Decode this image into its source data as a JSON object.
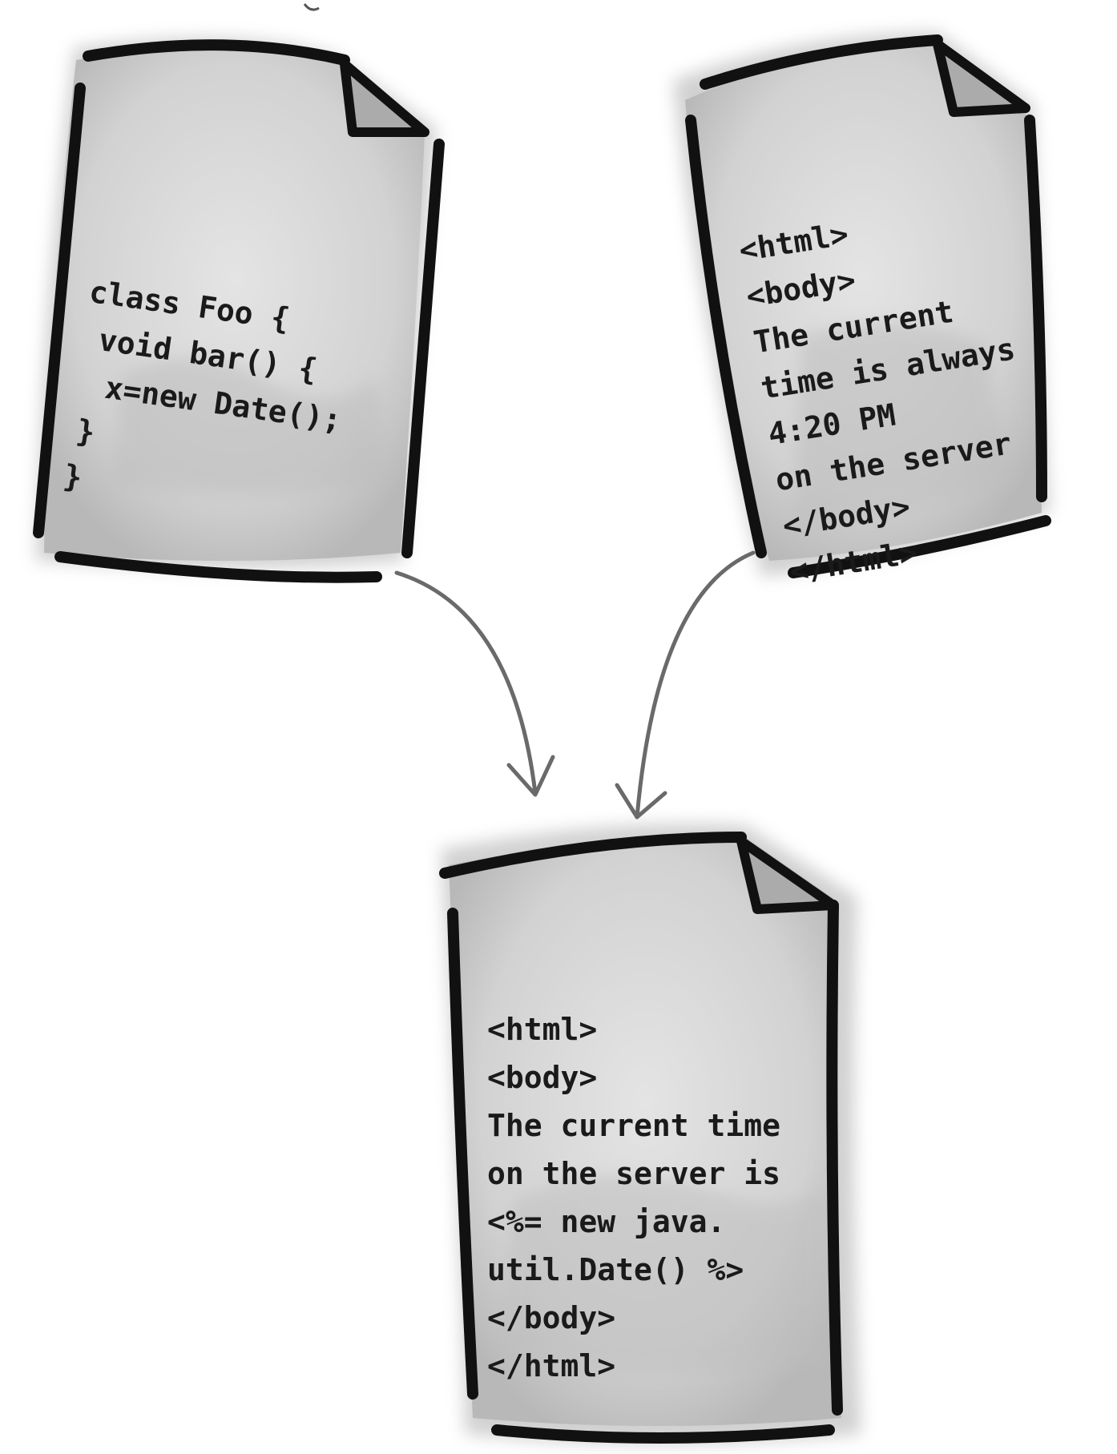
{
  "java_doc": {
    "lines": [
      "class Foo {",
      "void bar() {",
      "x=new Date();",
      "}",
      "}"
    ]
  },
  "html_doc": {
    "lines": [
      "<html>",
      "<body>",
      "The current",
      "time is always",
      "4:20 PM",
      "on the server",
      "</body>",
      "</html>"
    ]
  },
  "jsp_doc": {
    "lines": [
      "<html>",
      "<body>",
      "The current time",
      "on the server is",
      "<%= new java.",
      "util.Date() %>",
      "</body>",
      "</html>"
    ]
  },
  "colors": {
    "paper": "#d6d6d6",
    "paper_shade": "#bdbdbd",
    "outline": "#111111",
    "arrow": "#6a6a6a"
  },
  "icons": [
    "document-icon",
    "arrow-icon"
  ]
}
